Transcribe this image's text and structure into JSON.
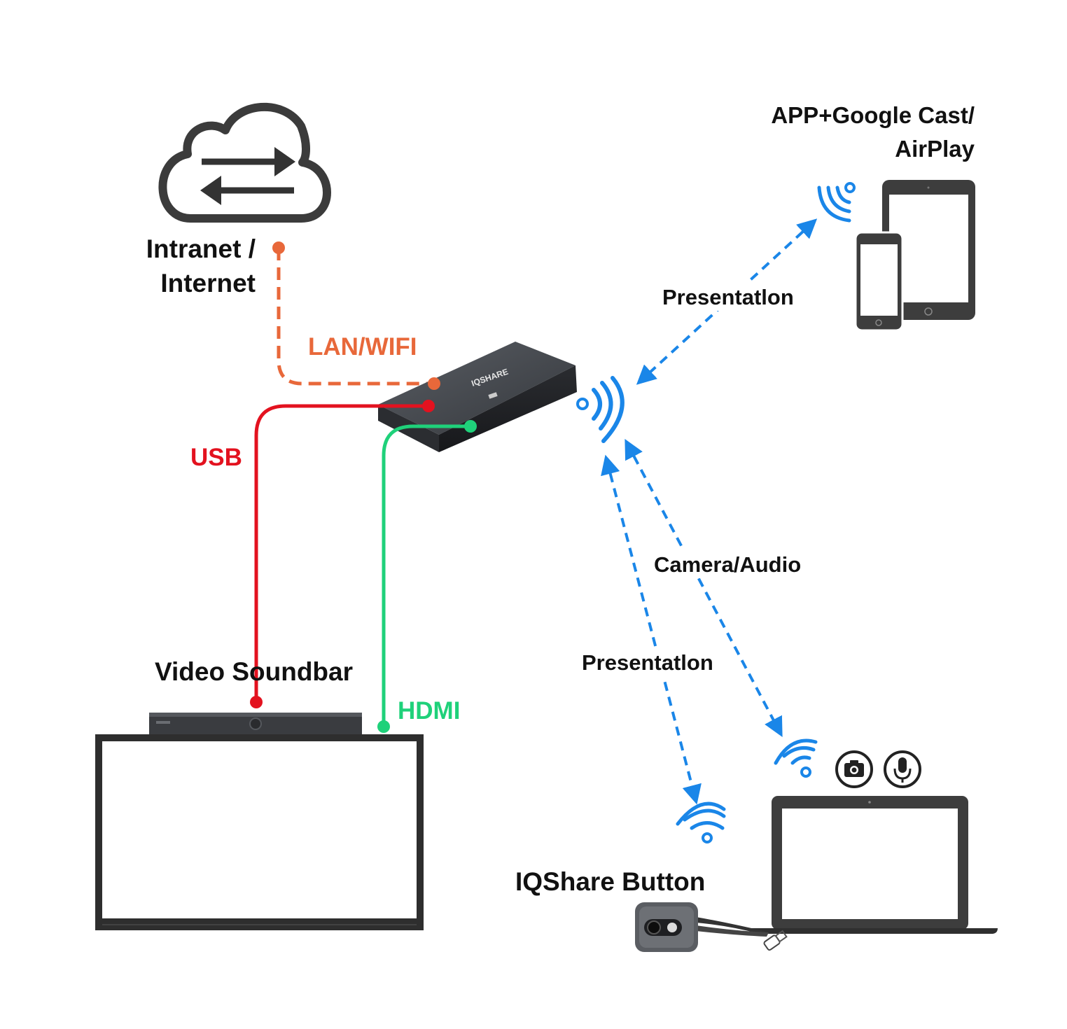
{
  "labels": {
    "cloud": [
      "Intranet /",
      "Internet"
    ],
    "cast": [
      "APP+Google Cast/",
      "AirPlay"
    ],
    "lan_wifi": "LAN/WIFI",
    "usb": "USB",
    "hdmi": "HDMI",
    "video_soundbar": "Video Soundbar",
    "presentation_top": "Presentatlon",
    "camera_audio": "Camera/Audio",
    "presentation_bottom": "Presentatlon",
    "iqshare_button": "IQShare Button"
  },
  "device_brand": "IQSHARE",
  "colors": {
    "lan": "#e8683a",
    "usb": "#e3121f",
    "hdmi": "#1fd17a",
    "wireless": "#1a86e8",
    "device_dark": "#3a3d42",
    "outline": "#3b3b3b"
  },
  "icons": [
    "cloud-sync-icon",
    "wifi-icon",
    "tablet-icon",
    "phone-icon",
    "camera-icon",
    "microphone-icon",
    "laptop-icon",
    "display-icon",
    "soundbar-icon",
    "hub-device-icon",
    "iqshare-dongle-icon"
  ]
}
